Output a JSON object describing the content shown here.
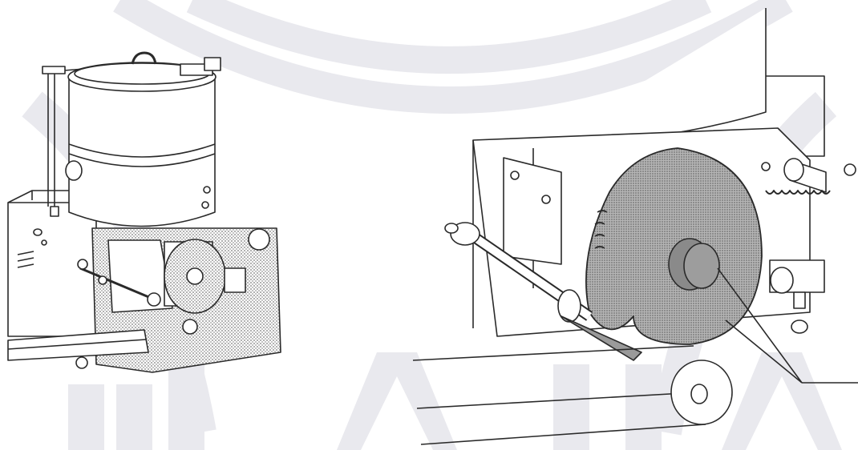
{
  "figure": {
    "left_view": "machine-overview-illustration",
    "right_view": "cutter-disc-closeup-illustration",
    "background_watermark": "light-gray-logo-watermark"
  },
  "colors": {
    "background": "#ffffff",
    "watermark": "#e8e8ec",
    "line": "#2a2a2a",
    "shade": "#9a9a9a",
    "disc": "#8c8c8c"
  }
}
